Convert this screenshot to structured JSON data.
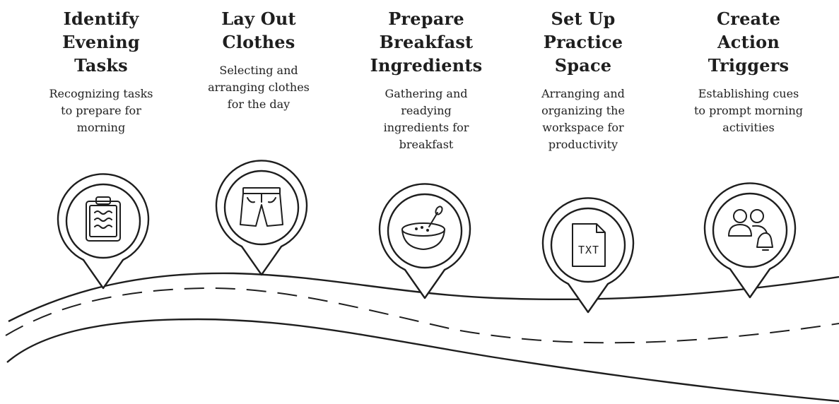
{
  "steps": [
    {
      "title_lines": [
        "Identify",
        "Evening",
        "Tasks"
      ],
      "desc_lines": [
        "Recognizing tasks",
        "to prepare for",
        "morning"
      ],
      "icon": "clipboard-icon"
    },
    {
      "title_lines": [
        "Lay Out",
        "Clothes"
      ],
      "desc_lines": [
        "Selecting and",
        "arranging clothes",
        "for the day"
      ],
      "icon": "shorts-icon"
    },
    {
      "title_lines": [
        "Prepare",
        "Breakfast",
        "Ingredients"
      ],
      "desc_lines": [
        "Gathering and",
        "readying",
        "ingredients for",
        "breakfast"
      ],
      "icon": "bowl-icon"
    },
    {
      "title_lines": [
        "Set Up",
        "Practice",
        "Space"
      ],
      "desc_lines": [
        "Arranging and",
        "organizing the",
        "workspace for",
        "productivity"
      ],
      "icon": "txt-file-icon",
      "icon_text": "TXT"
    },
    {
      "title_lines": [
        "Create",
        "Action",
        "Triggers"
      ],
      "desc_lines": [
        "Establishing cues",
        "to prompt morning",
        "activities"
      ],
      "icon": "users-bell-icon"
    }
  ],
  "colors": {
    "ink": "#1e1e1e",
    "background": "#ffffff"
  }
}
